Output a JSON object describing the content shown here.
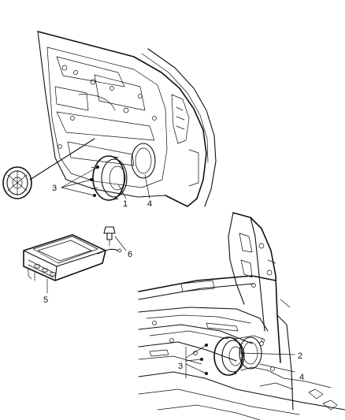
{
  "callouts": {
    "label_1": "1",
    "label_2": "2",
    "label_3_front": "3",
    "label_3_rear": "3",
    "label_4_front": "4",
    "label_4_rear": "4",
    "label_5": "5",
    "label_6": "6"
  }
}
